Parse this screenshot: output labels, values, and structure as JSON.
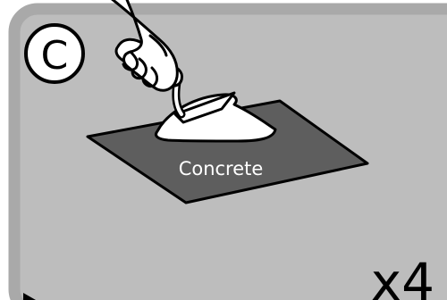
{
  "panel": {
    "step_letter": "C",
    "slab_label": "Concrete",
    "multiplier": "x4"
  },
  "colors": {
    "panel_fill": "#bdbdbd",
    "panel_border": "#a9a9a9",
    "slab_fill": "#5e5e5e",
    "outline": "#000000",
    "white": "#ffffff"
  },
  "icons": {
    "hand": "hand-icon",
    "trowel": "trowel-icon",
    "concrete_pile": "concrete-pile-icon"
  }
}
